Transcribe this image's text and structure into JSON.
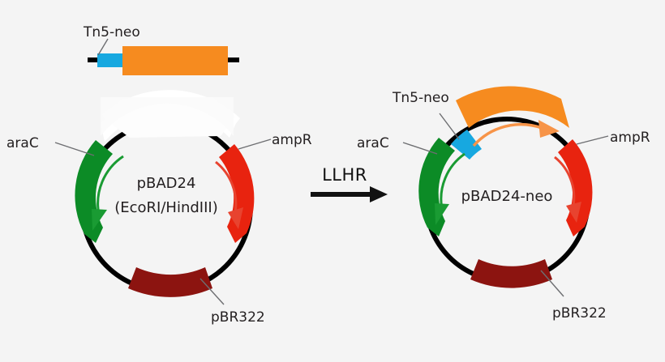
{
  "figure": {
    "background_color": "#f4f4f4",
    "operation_label": "LLHR",
    "description": "Plasmid recombination scheme: a linear Tn5-neo cassette is inserted into linearized pBAD24 (EcoRI/HindIII) by LLHR to yield pBAD24-neo"
  },
  "palette": {
    "backbone": "#000000",
    "orange": "#f68b1f",
    "orange_light": "#f79448",
    "cyan": "#17a8e0",
    "green": "#0c8b26",
    "red": "#e8230f",
    "dark_red": "#8c1410",
    "leader": "#6d6e71",
    "text": "#231f20",
    "gap": "#ffffff"
  },
  "linear_cassette": {
    "name": "Tn5-neo linear DNA fragment",
    "label": "Tn5-neo",
    "segments": [
      {
        "name": "tn5-homology-arm",
        "color": "#17a8e0"
      },
      {
        "name": "neo-gene-body",
        "color": "#f68b1f"
      }
    ],
    "end_ticks": 2
  },
  "plasmid_left": {
    "name": "pBAD24",
    "center_label_line1": "pBAD24",
    "center_label_line2": "(EcoRI/HindIII)",
    "linearized": true,
    "features": [
      {
        "key": "araC",
        "label": "araC",
        "color": "#0c8b26",
        "direction": "clockwise-down"
      },
      {
        "key": "ampR",
        "label": "ampR",
        "color": "#e8230f",
        "direction": "clockwise-down"
      },
      {
        "key": "pBR322",
        "label": "pBR322",
        "color": "#8c1410",
        "direction": "none"
      }
    ]
  },
  "plasmid_right": {
    "name": "pBAD24-neo",
    "center_label": "pBAD24-neo",
    "linearized": false,
    "features": [
      {
        "key": "tn5neo",
        "label": "Tn5-neo",
        "color": "#17a8e0",
        "direction": "clockwise"
      },
      {
        "key": "neo",
        "label": "",
        "color": "#f68b1f",
        "direction": "clockwise"
      },
      {
        "key": "araC",
        "label": "araC",
        "color": "#0c8b26",
        "direction": "clockwise-down"
      },
      {
        "key": "ampR",
        "label": "ampR",
        "color": "#e8230f",
        "direction": "clockwise-down"
      },
      {
        "key": "pBR322",
        "label": "pBR322",
        "color": "#8c1410",
        "direction": "none"
      }
    ]
  }
}
